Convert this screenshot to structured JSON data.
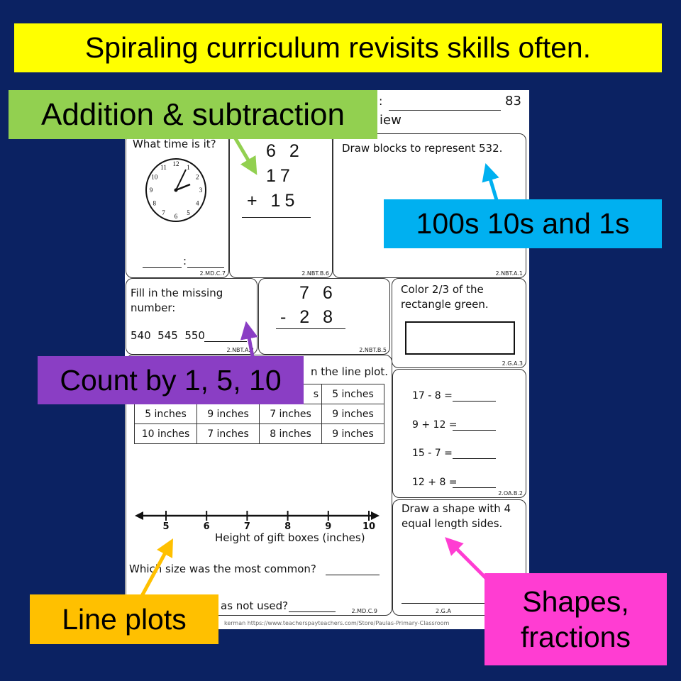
{
  "banner": "Spiraling curriculum revisits skills often.",
  "sheet": {
    "header_colon": ":",
    "header_number": "83",
    "header_partial": "iew",
    "clock": {
      "prompt": "What time is it?",
      "code": "2.MD.C.7",
      "answer_sep": ":",
      "numbers": [
        "12",
        "1",
        "2",
        "3",
        "4",
        "5",
        "6",
        "7",
        "8",
        "9",
        "10",
        "11"
      ]
    },
    "addition": {
      "lines": [
        "6 2",
        "17",
        "+ 15"
      ],
      "code": "2.NBT.B.6"
    },
    "blocks": {
      "prompt": "Draw blocks to represent 532.",
      "code": "2.NBT.A.1"
    },
    "missing": {
      "prompt": "Fill in the missing number:",
      "sequence": "540  545  550",
      "code": "2.NBT.A.2"
    },
    "subtraction": {
      "lines": [
        "7 6",
        "- 2 8"
      ],
      "code": "2.NBT.B.5"
    },
    "fraction": {
      "prompt": "Color 2/3 of the rectangle green.",
      "code": "2.G.A.3"
    },
    "lineplot": {
      "prompt_partial": "n the line plot.",
      "table": [
        [
          "",
          "",
          "s",
          "5 inches"
        ],
        [
          "5 inches",
          "9 inches",
          "7 inches",
          "9 inches"
        ],
        [
          "10 inches",
          "7 inches",
          "8 inches",
          "9 inches"
        ]
      ],
      "ticks": [
        "5",
        "6",
        "7",
        "8",
        "9",
        "10"
      ],
      "axis_label": "Height of gift boxes (inches)",
      "q1": "Which size was the most common?",
      "q2_partial": "as not used?",
      "code": "2.MD.C.9"
    },
    "facts": {
      "equations": [
        "17 - 8 =",
        "9 + 12 =",
        "15 - 7 =",
        "12 + 8 ="
      ],
      "code": "2.OA.B.2"
    },
    "shape": {
      "prompt": "Draw a shape with 4 equal length sides.",
      "code": "2.G.A"
    },
    "footer": "kerman https://www.teacherspayteachers.com/Store/Paulas-Primary-Classroom"
  },
  "callouts": {
    "addition": {
      "text": "Addition & subtraction",
      "color": "#92d050"
    },
    "place_value": {
      "text": "100s 10s and 1s",
      "color": "#00b0f0"
    },
    "counting": {
      "text": "Count by 1, 5, 10",
      "color": "#8a3ec4"
    },
    "line_plots": {
      "text": "Line plots",
      "color": "#ffc000"
    },
    "shapes": {
      "text": "Shapes, fractions",
      "color": "#ff3dd2"
    }
  },
  "banner_color": "#ffff00"
}
